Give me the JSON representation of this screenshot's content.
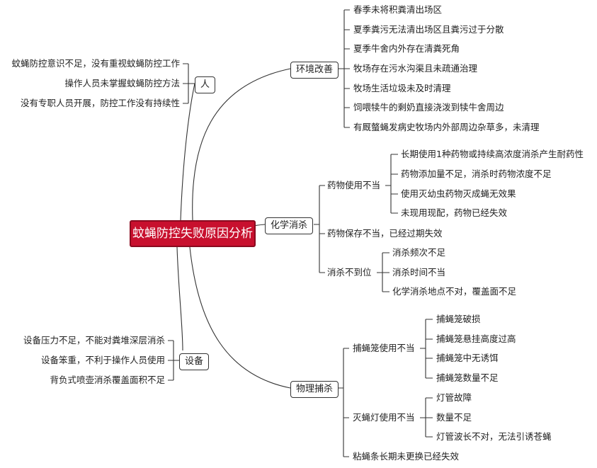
{
  "root": "蚊蝇防控失败原因分析",
  "branches": {
    "env": {
      "label": "环境改善",
      "items": [
        "春季未将积粪清出场区",
        "夏季粪污无法清出场区且粪污过于分散",
        "夏季牛舍内外存在清粪死角",
        "牧场存在污水沟渠且未疏通治理",
        "牧场生活垃圾未及时清理",
        "饲喂犊牛的剩奶直接浇泼到犊牛舍周边",
        "有厩螫蝇发病史牧场内外部周边杂草多，未清理"
      ]
    },
    "people": {
      "label": "人",
      "items": [
        "蚊蝇防控意识不足，没有重视蚊蝇防控工作",
        "操作人员未掌握蚊蝇防控方法",
        "没有专职人员开展，防控工作没有持续性"
      ]
    },
    "chem": {
      "label": "化学消杀",
      "drug_use": {
        "label": "药物使用不当",
        "items": [
          "长期使用1种药物或持续高浓度消杀产生耐药性",
          "药物添加量不足，消杀时药物浓度不足",
          "使用灭幼虫药物灭成蝇无效果",
          "未现用现配，药物已经失效"
        ]
      },
      "storage": "药物保存不当，已经过期失效",
      "insufficient": {
        "label": "消杀不到位",
        "items": [
          "消杀频次不足",
          "消杀时间不当",
          "化学消杀地点不对，覆盖面不足"
        ]
      }
    },
    "equipment": {
      "label": "设备",
      "items": [
        "设备压力不足，不能对粪堆深层消杀",
        "设备笨重，不利于操作人员使用",
        "背负式喷壶消杀覆盖面积不足"
      ]
    },
    "physical": {
      "label": "物理捕杀",
      "cage": {
        "label": "捕蝇笼使用不当",
        "items": [
          "捕蝇笼破损",
          "捕蝇笼悬挂高度过高",
          "捕蝇笼中无诱饵",
          "捕蝇笼数量不足"
        ]
      },
      "lamp": {
        "label": "灭蝇灯使用不当",
        "items": [
          "灯管故障",
          "数量不足",
          "灯管波长不对，无法引诱苍蝇"
        ]
      },
      "sticky": "粘蝇条长期未更换已经失效"
    }
  },
  "colors": {
    "root_fill": "#c8102e",
    "line": "#333333"
  }
}
